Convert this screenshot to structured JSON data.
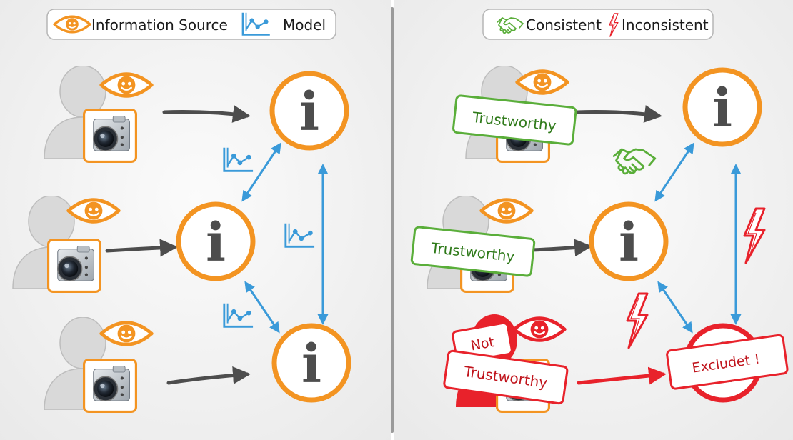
{
  "legend_left": {
    "information_source_label": "Information Source",
    "model_label": "Model"
  },
  "legend_right": {
    "consistent_label": "Consistent",
    "inconsistent_label": "Inconsistent"
  },
  "info_glyph": "i",
  "right_panel": {
    "trustworthy_label_1": "Trustworthy",
    "trustworthy_label_2": "Trustworthy",
    "not_label": "Not",
    "not_trustworthy_label": "Trustworthy",
    "excluded_label": "Excludet !"
  },
  "colors": {
    "orange": "#f39422",
    "blue": "#3a9ad9",
    "dark_gray": "#4d4d4d",
    "green": "#5aae3a",
    "red": "#e8222b",
    "panel_bg": "#f2f2f2",
    "divider": "#9a9a9a"
  },
  "icons": {
    "person": "person-silhouette-icon",
    "camera": "camera-icon",
    "eye": "eye-icon",
    "model": "model-chart-icon",
    "info": "info-icon",
    "handshake": "handshake-icon",
    "lightning": "lightning-icon"
  }
}
